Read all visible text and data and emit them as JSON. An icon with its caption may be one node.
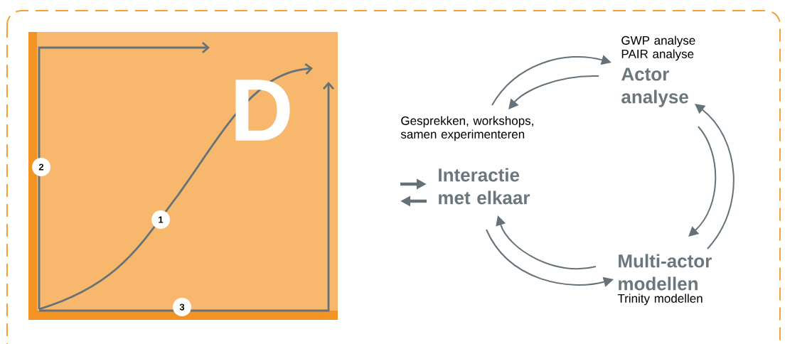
{
  "diagram": {
    "nodes": [
      {
        "text": [
          "Actor analyse"
        ],
        "beside": [
          "GWP analyse PAIR analyse"
        ]
      },
      {
        "text": [
          "Multi-actor modellen"
        ],
        "beside": [
          "Trinity modellen"
        ]
      },
      {
        "text": [
          "Interactie met elkaar"
        ],
        "beside": [
          "Gesprekken, workshops, samen experimenteren"
        ]
      }
    ],
    "edges": [
      {
        "from": 2,
        "to": 0,
        "arrow": "to"
      },
      {
        "from": 0,
        "to": 2,
        "arrow": "to"
      },
      {
        "from": 0,
        "to": 1,
        "arrow": "to"
      },
      {
        "from": 1,
        "to": 0,
        "arrow": "to"
      },
      {
        "from": 2,
        "to": 1,
        "arrow": "to"
      },
      {
        "from": 1,
        "to": 2,
        "arrow": "to"
      },
      {
        "from": null,
        "to": 2,
        "arrow": "to",
        "style": "thick"
      },
      {
        "from": 2,
        "to": null,
        "arrow": "to",
        "style": "thick"
      }
    ],
    "labels": [
      "D",
      "2",
      "1",
      "3"
    ]
  }
}
